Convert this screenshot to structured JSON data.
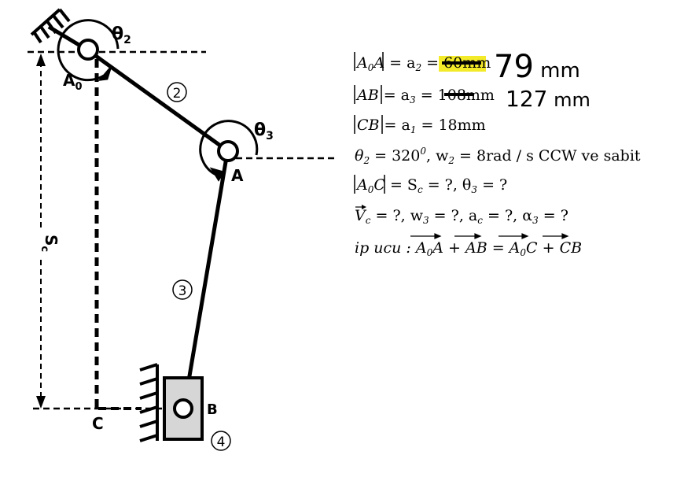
{
  "diagram": {
    "labels": {
      "theta2": "θ",
      "theta2_sub": "2",
      "theta3": "θ",
      "theta3_sub": "3",
      "a0": "A",
      "a0_sub": "0",
      "a": "A",
      "b": "B",
      "c": "C",
      "sc": "S",
      "sc_sub": "c",
      "link2": "2",
      "link3": "3",
      "link4": "4"
    }
  },
  "equations": {
    "eq1": {
      "lhs": "|A",
      "lhs_sub": "0",
      "lhs2": "A| = a",
      "a_sub": "2",
      "rhs": " = 60mm"
    },
    "eq1_hand": "79 mm",
    "eq2": {
      "text": "|AB| = a",
      "a_sub": "3",
      "rhs": " = 108mm"
    },
    "eq2_hand": "127 mm",
    "eq3": {
      "text": "|CB| = a",
      "a_sub": "1",
      "rhs": " = 18mm"
    },
    "eq4": {
      "t": "θ",
      "t_sub": "2",
      "mid": " = 320",
      "deg": "0",
      "w": ",  w",
      "w_sub": "2",
      "rest": " = 8rad / s  CCW ve sabit"
    },
    "eq5": {
      "p1": "|A",
      "p1_sub": "0",
      "p2": "C| = S",
      "s_sub": "c",
      "p3": " = ?,   θ",
      "t_sub": "3",
      "p4": " = ?"
    },
    "eq6": {
      "v": "V",
      "v_sub": "c",
      "p1": " = ?,  w",
      "w_sub": "3",
      "p2": " = ?,  a",
      "a_sub": "c",
      "p3": " = ?,  α",
      "al_sub": "3",
      "p4": " = ?"
    },
    "eq7": {
      "pre": "ip ucu : ",
      "t1": "A",
      "t1_sub": "0",
      "t1b": "A",
      "plus1": " + ",
      "t2": "AB",
      "eq": " = ",
      "t3": "A",
      "t3_sub": "0",
      "t3b": "C",
      "plus2": " + ",
      "t4": "CB"
    }
  }
}
